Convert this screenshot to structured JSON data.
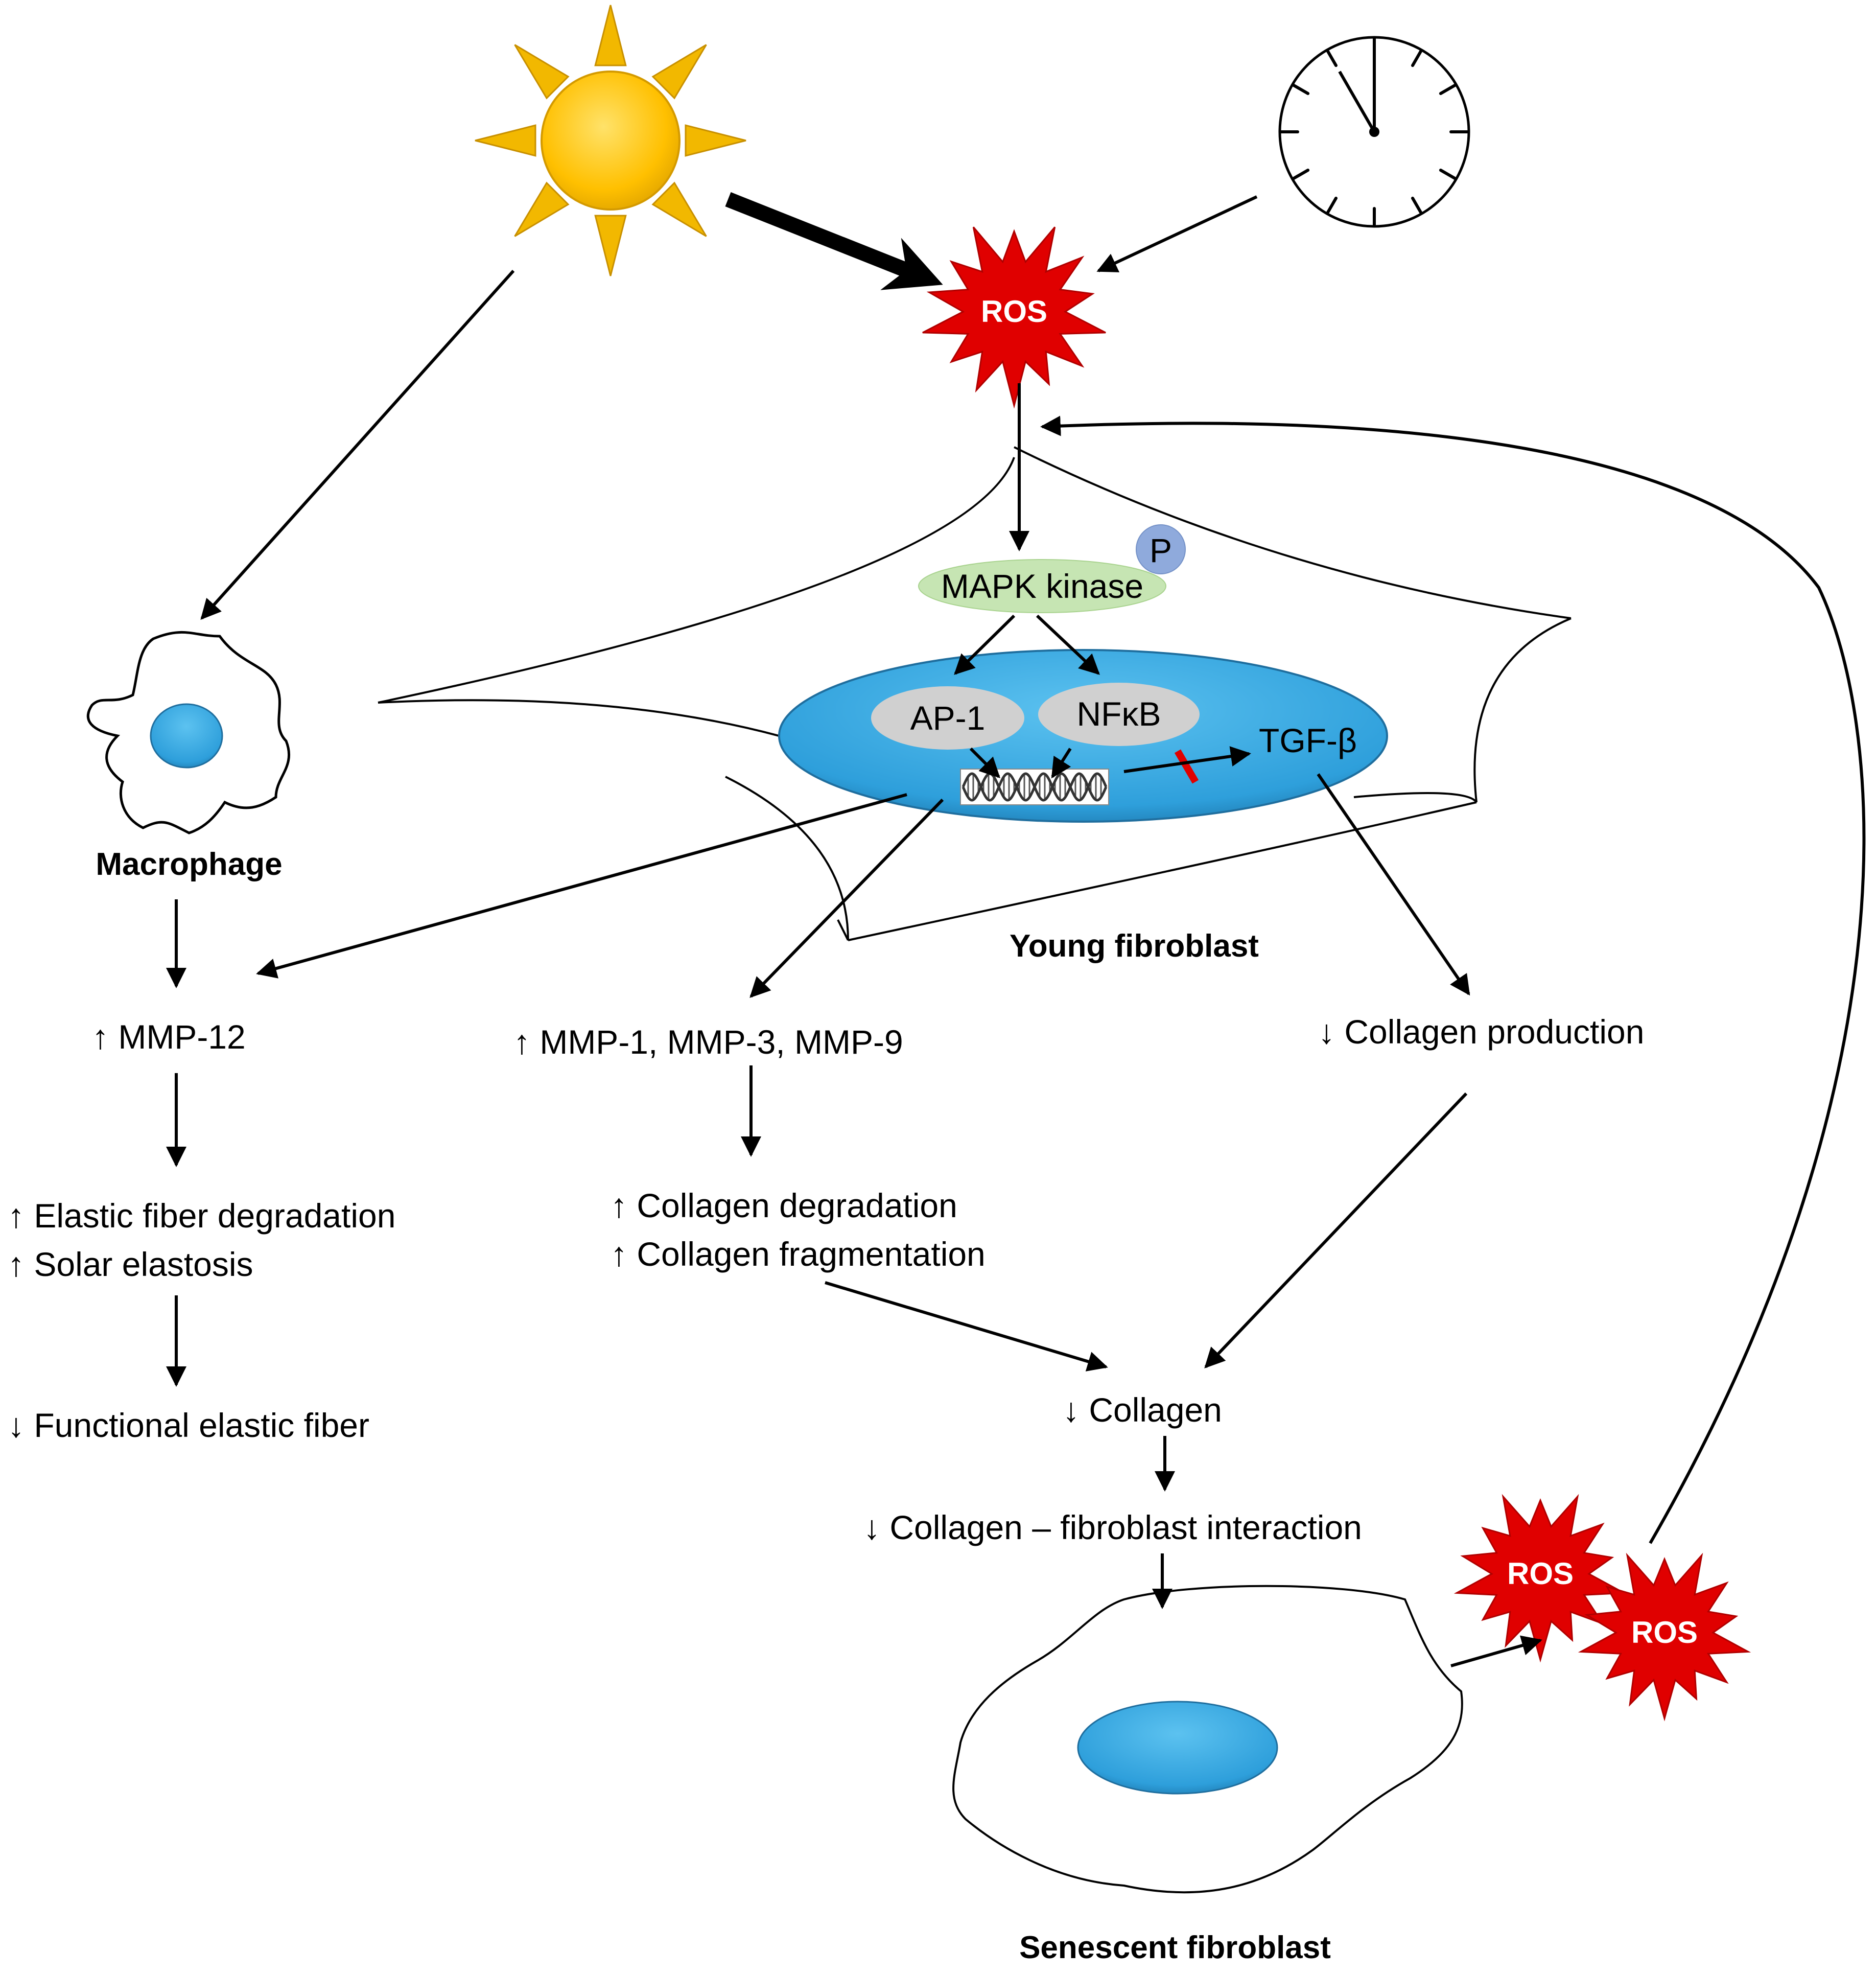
{
  "labels": {
    "ros_top": "ROS",
    "mapk": "MAPK kinase",
    "phospho": "P",
    "ap1": "AP-1",
    "nfkb": "NFκB",
    "tgfb": "TGF-β",
    "young_fibroblast": "Young fibroblast",
    "macrophage": "Macrophage",
    "mmp12": "↑ MMP-12",
    "mmp_1_3_9": "↑ MMP-1, MMP-3, MMP-9",
    "collagen_production": "↓ Collagen production",
    "elastic_degradation": "↑ Elastic fiber degradation",
    "solar_elastosis": "↑ Solar elastosis",
    "functional_elastic": "↓ Functional elastic fiber",
    "collagen_degradation": "↑ Collagen degradation",
    "collagen_fragmentation": "↑ Collagen fragmentation",
    "collagen": "↓ Collagen",
    "collagen_interaction": "↓ Collagen – fibroblast interaction",
    "ros_senescent_1": "ROS",
    "ros_senescent_2": "ROS",
    "senescent_fibroblast": "Senescent fibroblast"
  },
  "icons": {
    "sun": "sun-icon",
    "clock": "clock-icon",
    "dna": "dna-icon",
    "inhibition": "inhibition-mark-icon"
  },
  "colors": {
    "sun_ray": "#F2B800",
    "sun_core": "#FFC000",
    "ros_burst": "#E00000",
    "nucleus": "#2E9FDB",
    "mapk_fill": "#C6E5B3",
    "phospho_fill": "#8FAADC",
    "tf_fill": "#D0D0D0",
    "inhibition": "#E00000"
  }
}
